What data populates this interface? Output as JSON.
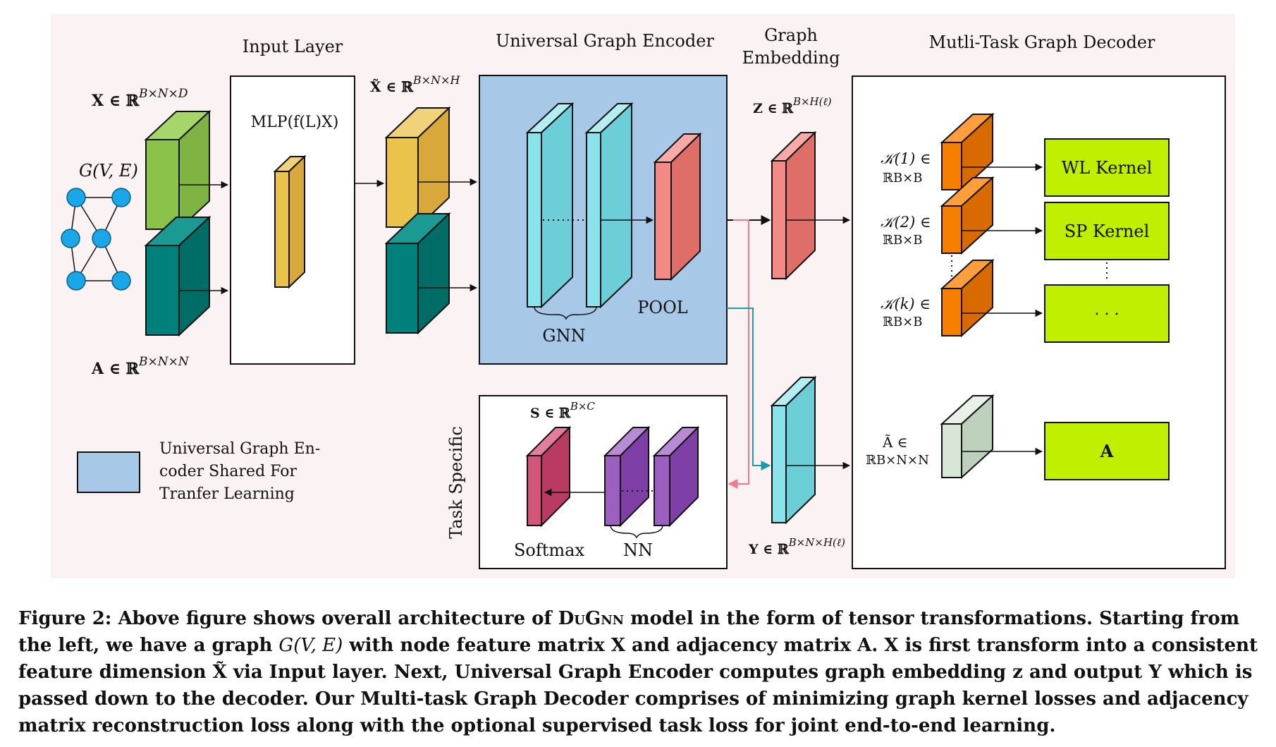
{
  "figure": {
    "sections": {
      "input_layer": "Input Layer",
      "universal_encoder": "Universal Graph Encoder",
      "graph_embedding_line1": "Graph",
      "graph_embedding_line2": "Embedding",
      "multi_task_decoder": "Mutli-Task Graph Decoder",
      "task_specific": "Task Specific"
    },
    "labels": {
      "x_tensor": "X ∈ ℝB×N×D",
      "x_tensor_main": "X ∈ ℝ",
      "x_tensor_sup": "B×N×D",
      "graph": "G(V, E)",
      "a_tensor_main": "A ∈ ℝ",
      "a_tensor_sup": "B×N×N",
      "mlp": "MLP(f(L)X)",
      "x_tilde_main": "X̃ ∈ ℝ",
      "x_tilde_sup": "B×N×H",
      "gnn": "GNN",
      "pool": "POOL",
      "z_main": "Z ∈ ℝ",
      "z_sup": "B×H(ℓ)",
      "y_main": "Y ∈ ℝ",
      "y_sup": "B×N×H(ℓ)",
      "s_main": "S ∈ ℝ",
      "s_sup": "B×C",
      "softmax": "Softmax",
      "nn": "NN",
      "k1_line1": "𝒦(1) ∈",
      "k1_line2": "ℝB×B",
      "k2_line1": "𝒦(2) ∈",
      "k2_line2": "ℝB×B",
      "kk_line1": "𝒦(k) ∈",
      "kk_line2": "ℝB×B",
      "a_tilde_line1": "Ã ∈",
      "a_tilde_line2": "ℝB×N×N",
      "wl_kernel": "WL Kernel",
      "sp_kernel": "SP Kernel",
      "ellipsis_kernel": ". . .",
      "a_box": "A"
    },
    "legend": {
      "line1": "Universal Graph En-",
      "line2": "coder Shared For",
      "line3": "Tranfer Learning"
    },
    "colors": {
      "background": "#fbf3f3",
      "green": "#8bc34a",
      "teal": "#00807a",
      "yellow": "#e9c34c",
      "encoder_blue": "#a8c8e8",
      "cyan": "#8ae2ea",
      "salmon": "#f28a85",
      "orange": "#f77f00",
      "lime": "#c0f000",
      "magenta": "#d4557a",
      "purple": "#9b5fc0",
      "pale_green": "#d8e6d8",
      "node_blue": "#19a7e8"
    }
  },
  "caption": {
    "prefix": "Figure 2: Above figure shows overall architecture of ",
    "model": "DuGnn",
    "p1": " model in the form of tensor transformations. Starting from the left, we have a graph ",
    "graph_math": "G(V, E)",
    "p2": " with node feature matrix X and adjacency matrix A. X is first transform into a consistent feature dimension ",
    "xtilde": "X̃",
    "p3": " via Input layer. Next, Universal Graph Encoder computes graph embedding z and output Y which is passed down to the decoder. Our Multi-task Graph Decoder comprises of minimizing graph kernel losses and adjacency matrix reconstruction loss along with the optional supervised task loss for joint end-to-end learning."
  }
}
